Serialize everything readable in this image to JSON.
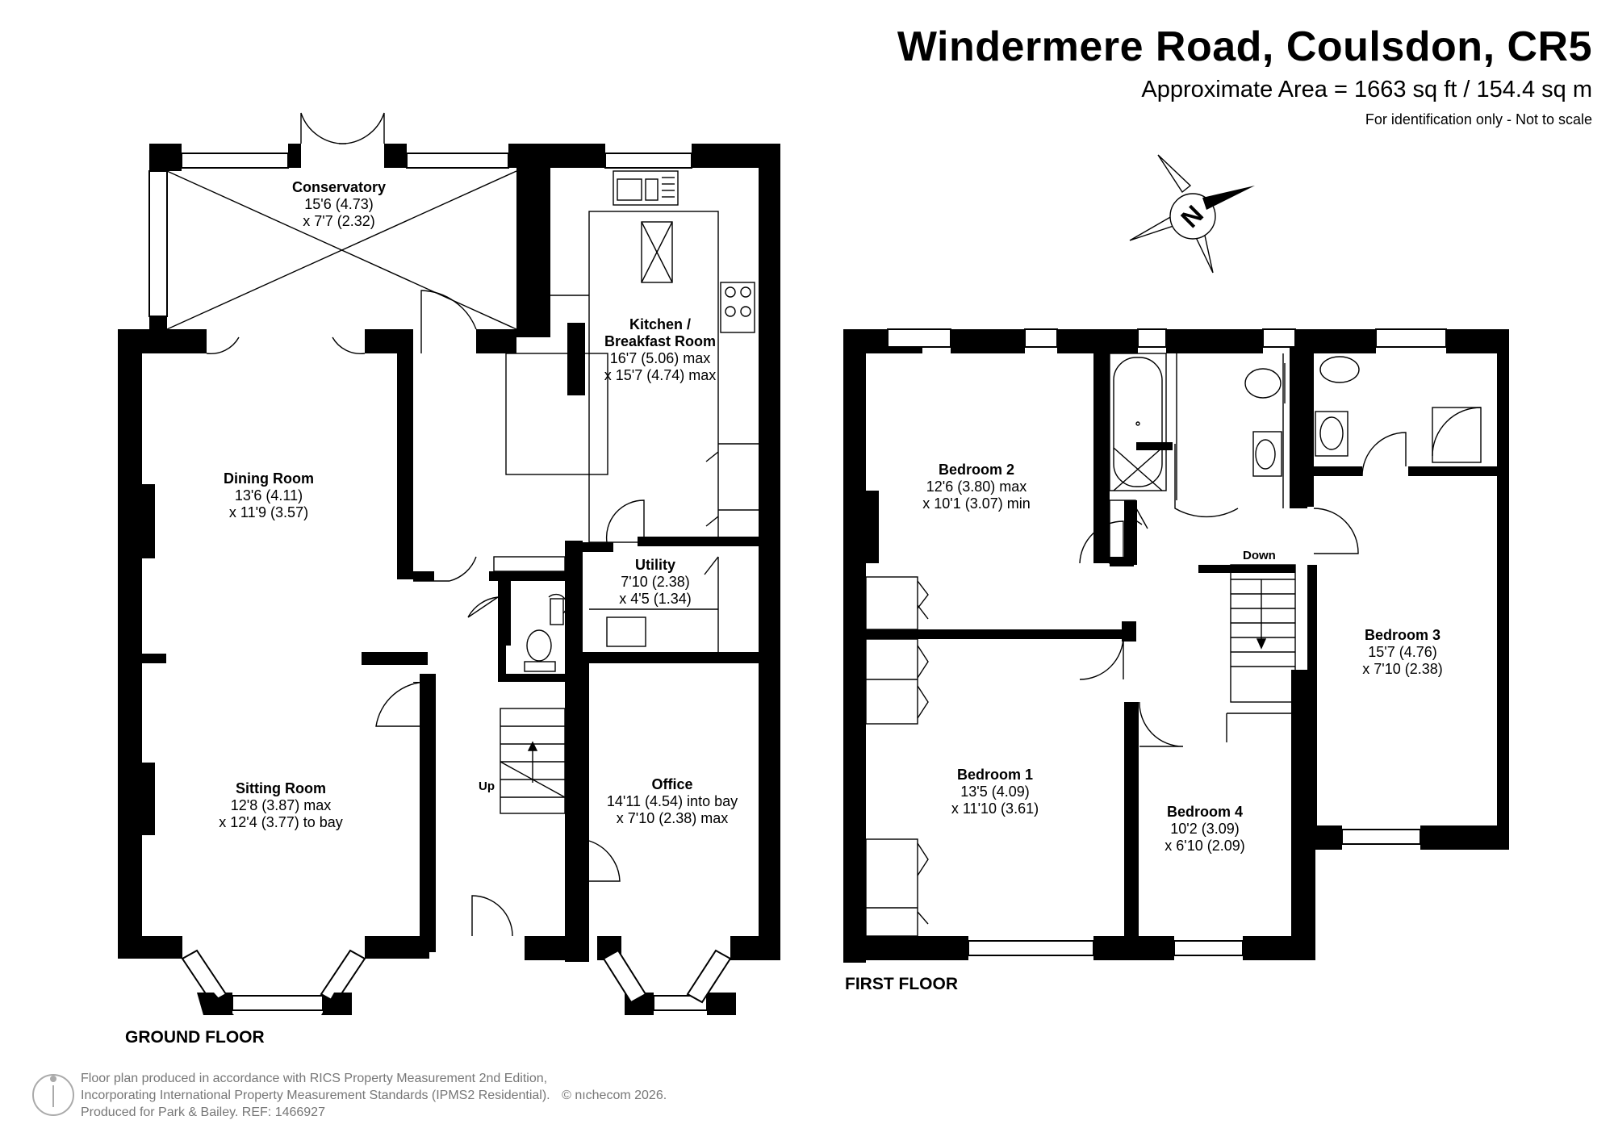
{
  "header": {
    "title": "Windermere Road, Coulsdon, CR5",
    "area": "Approximate Area = 1663 sq ft / 154.4 sq m",
    "note": "For identification only - Not to scale"
  },
  "compass": {
    "label": "N"
  },
  "floors": {
    "ground": {
      "label": "GROUND FLOOR"
    },
    "first": {
      "label": "FIRST FLOOR"
    }
  },
  "rooms": {
    "conservatory": {
      "name": "Conservatory",
      "dim1": "15'6 (4.73)",
      "dim2": "x 7'7 (2.32)"
    },
    "kitchen": {
      "name1": "Kitchen /",
      "name2": "Breakfast Room",
      "dim1": "16'7 (5.06) max",
      "dim2": "x 15'7 (4.74) max"
    },
    "dining": {
      "name": "Dining Room",
      "dim1": "13'6 (4.11)",
      "dim2": "x 11'9 (3.57)"
    },
    "utility": {
      "name": "Utility",
      "dim1": "7'10 (2.38)",
      "dim2": "x 4'5 (1.34)"
    },
    "sitting": {
      "name": "Sitting Room",
      "dim1": "12'8 (3.87) max",
      "dim2": "x 12'4 (3.77) to bay"
    },
    "office": {
      "name": "Office",
      "dim1": "14'11 (4.54) into bay",
      "dim2": "x 7'10 (2.38) max"
    },
    "bedroom2": {
      "name": "Bedroom 2",
      "dim1": "12'6 (3.80) max",
      "dim2": "x 10'1 (3.07) min"
    },
    "bedroom3": {
      "name": "Bedroom 3",
      "dim1": "15'7 (4.76)",
      "dim2": "x 7'10 (2.38)"
    },
    "bedroom1": {
      "name": "Bedroom 1",
      "dim1": "13'5 (4.09)",
      "dim2": "x 11'10 (3.61)"
    },
    "bedroom4": {
      "name": "Bedroom 4",
      "dim1": "10'2 (3.09)",
      "dim2": "x 6'10 (2.09)"
    }
  },
  "stairs": {
    "up": "Up",
    "down": "Down"
  },
  "footer": {
    "line1": "Floor plan produced in accordance with RICS Property Measurement 2nd Edition,",
    "line2": "Incorporating International Property Measurement Standards (IPMS2 Residential).",
    "copyright": "© nıchecom 2026.",
    "line3": "Produced for Park & Bailey.   REF:  1466927"
  },
  "colors": {
    "wall": "#000000",
    "fixture": "#000000",
    "footer_text": "#777777",
    "background": "#ffffff"
  }
}
